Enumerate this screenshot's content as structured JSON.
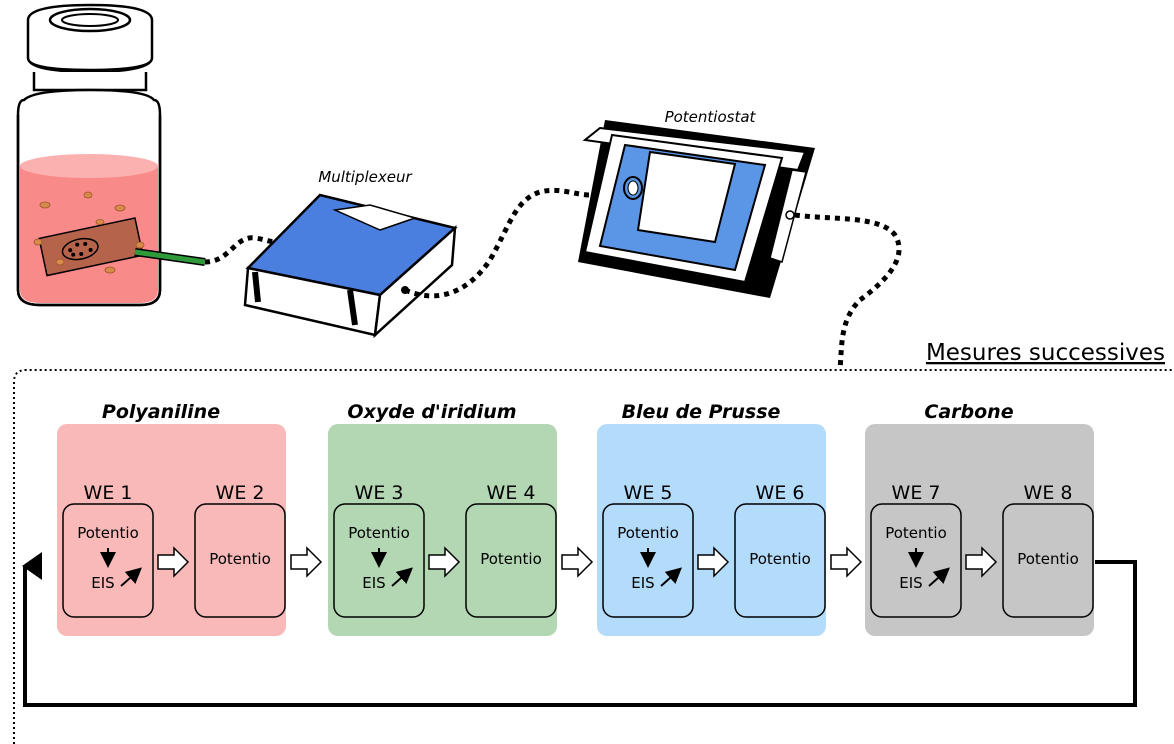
{
  "devices": {
    "multiplexer": "Multiplexeur",
    "potentiostat": "Potentiostat"
  },
  "loop_label": "Mesures successives",
  "groups": [
    {
      "name": "Polyaniline",
      "color": "#f9b9b9",
      "electrodes": [
        {
          "label": "WE 1",
          "steps": [
            "Potentio",
            "EIS"
          ]
        },
        {
          "label": "WE 2",
          "steps": [
            "Potentio"
          ]
        }
      ]
    },
    {
      "name": "Oxyde d'iridium",
      "color": "#b3d7b3",
      "electrodes": [
        {
          "label": "WE 3",
          "steps": [
            "Potentio",
            "EIS"
          ]
        },
        {
          "label": "WE 4",
          "steps": [
            "Potentio"
          ]
        }
      ]
    },
    {
      "name": "Bleu de Prusse",
      "color": "#b3dbfa",
      "electrodes": [
        {
          "label": "WE 5",
          "steps": [
            "Potentio",
            "EIS"
          ]
        },
        {
          "label": "WE 6",
          "steps": [
            "Potentio"
          ]
        }
      ]
    },
    {
      "name": "Carbone",
      "color": "#c6c6c6",
      "electrodes": [
        {
          "label": "WE 7",
          "steps": [
            "Potentio",
            "EIS"
          ]
        },
        {
          "label": "WE 8",
          "steps": [
            "Potentio"
          ]
        }
      ]
    }
  ]
}
